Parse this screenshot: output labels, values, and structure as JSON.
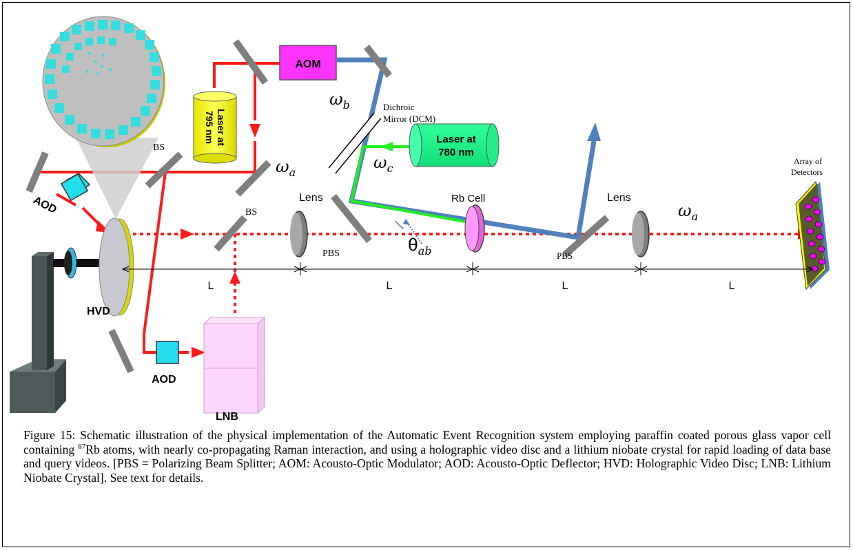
{
  "labels": {
    "aom": "AOM",
    "omega_b_sym": "ω",
    "omega_b_sub": "b",
    "dcm_line1": "Dichroic",
    "dcm_line2": "Mirror (DCM)",
    "laser795_line1": "Laser at",
    "laser795_line2": "795 nm",
    "laser780_line1": "Laser at",
    "laser780_line2": "780 nm",
    "omega_c_sym": "ω",
    "omega_c_sub": "c",
    "omega_a1_sym": "ω",
    "omega_a1_sub": "a",
    "omega_a2_sym": "ω",
    "omega_a2_sub": "a",
    "bs_upper": "BS",
    "bs_lower": "BS",
    "aod_left": "AOD",
    "aod_bottom": "AOD",
    "lens1": "Lens",
    "lens2": "Lens",
    "pbs1": "PBS",
    "pbs2": "PBS",
    "rb_cell": "Rb Cell",
    "theta_sym": "θ",
    "theta_sub": "ab",
    "detectors_line1": "Array of",
    "detectors_line2": "Detectors",
    "hvd": "HVD",
    "lnb": "LNB",
    "dist_l1": "L",
    "dist_l2": "L",
    "dist_l3": "L",
    "dist_l4": "L"
  },
  "caption": {
    "part1": "Figure 15: Schematic illustration of the physical implementation of the Automatic Event Recognition system employing paraffin coated porous glass vapor cell containing ",
    "sup": "87",
    "part2": "Rb atoms, with nearly co-propagating Raman interaction, and using a holographic video disc and a lithium niobate crystal for rapid loading of data base and query videos. [PBS = Polarizing Beam Splitter; AOM: Acousto-Optic Modulator; AOD:  Acousto-Optic Deflector; HVD: Holographic Video Disc; LNB: Lithium Niobate Crystal]. See text for details."
  },
  "colors": {
    "beam_a": "#ff1a1a",
    "beam_b": "#4f81bd",
    "beam_c": "#22dd22",
    "aom": "#ff33ff",
    "laser795": "#ffff33",
    "laser780": "#22ff88",
    "aod": "#22ddee",
    "mirror": "#7f7f7f",
    "rb_cell": "#ff88ff",
    "lnb": "#ffccff",
    "detector_spots": "#ff00ff"
  }
}
